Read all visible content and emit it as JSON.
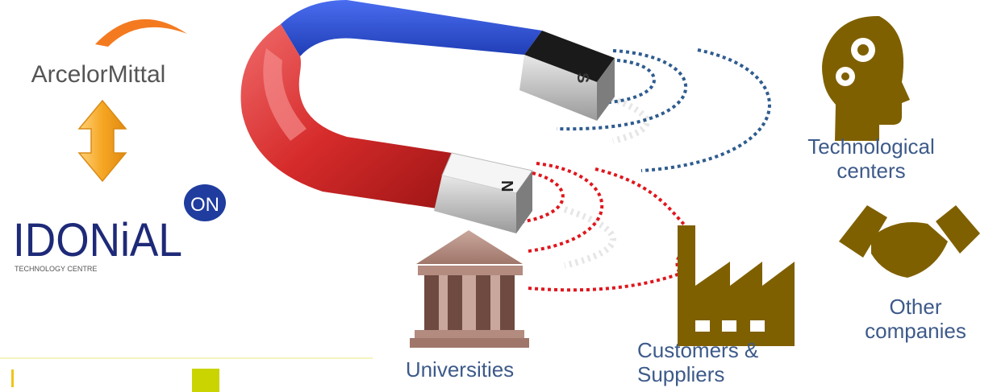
{
  "logos": {
    "arcelor": "ArcelorMittal",
    "idonial": "IDONiAL",
    "idonial_sub": "TECHNOLOGY CENTRE"
  },
  "magnet": {
    "south_pole": "S",
    "north_pole": "N"
  },
  "targets": {
    "tech_centers": [
      "Technological",
      "centers"
    ],
    "other_companies": [
      "Other",
      "companies"
    ],
    "customers": [
      "Customers &",
      "Suppliers"
    ],
    "universities": "Universities"
  },
  "colors": {
    "icon": "#7f6000",
    "label_text": "#3d5a8a",
    "field_blue": "#2f5c8f",
    "field_red": "#e0161d",
    "magnet_red": "#d62b2b",
    "magnet_blue": "#2346c8",
    "arrow": "#f5a623"
  }
}
